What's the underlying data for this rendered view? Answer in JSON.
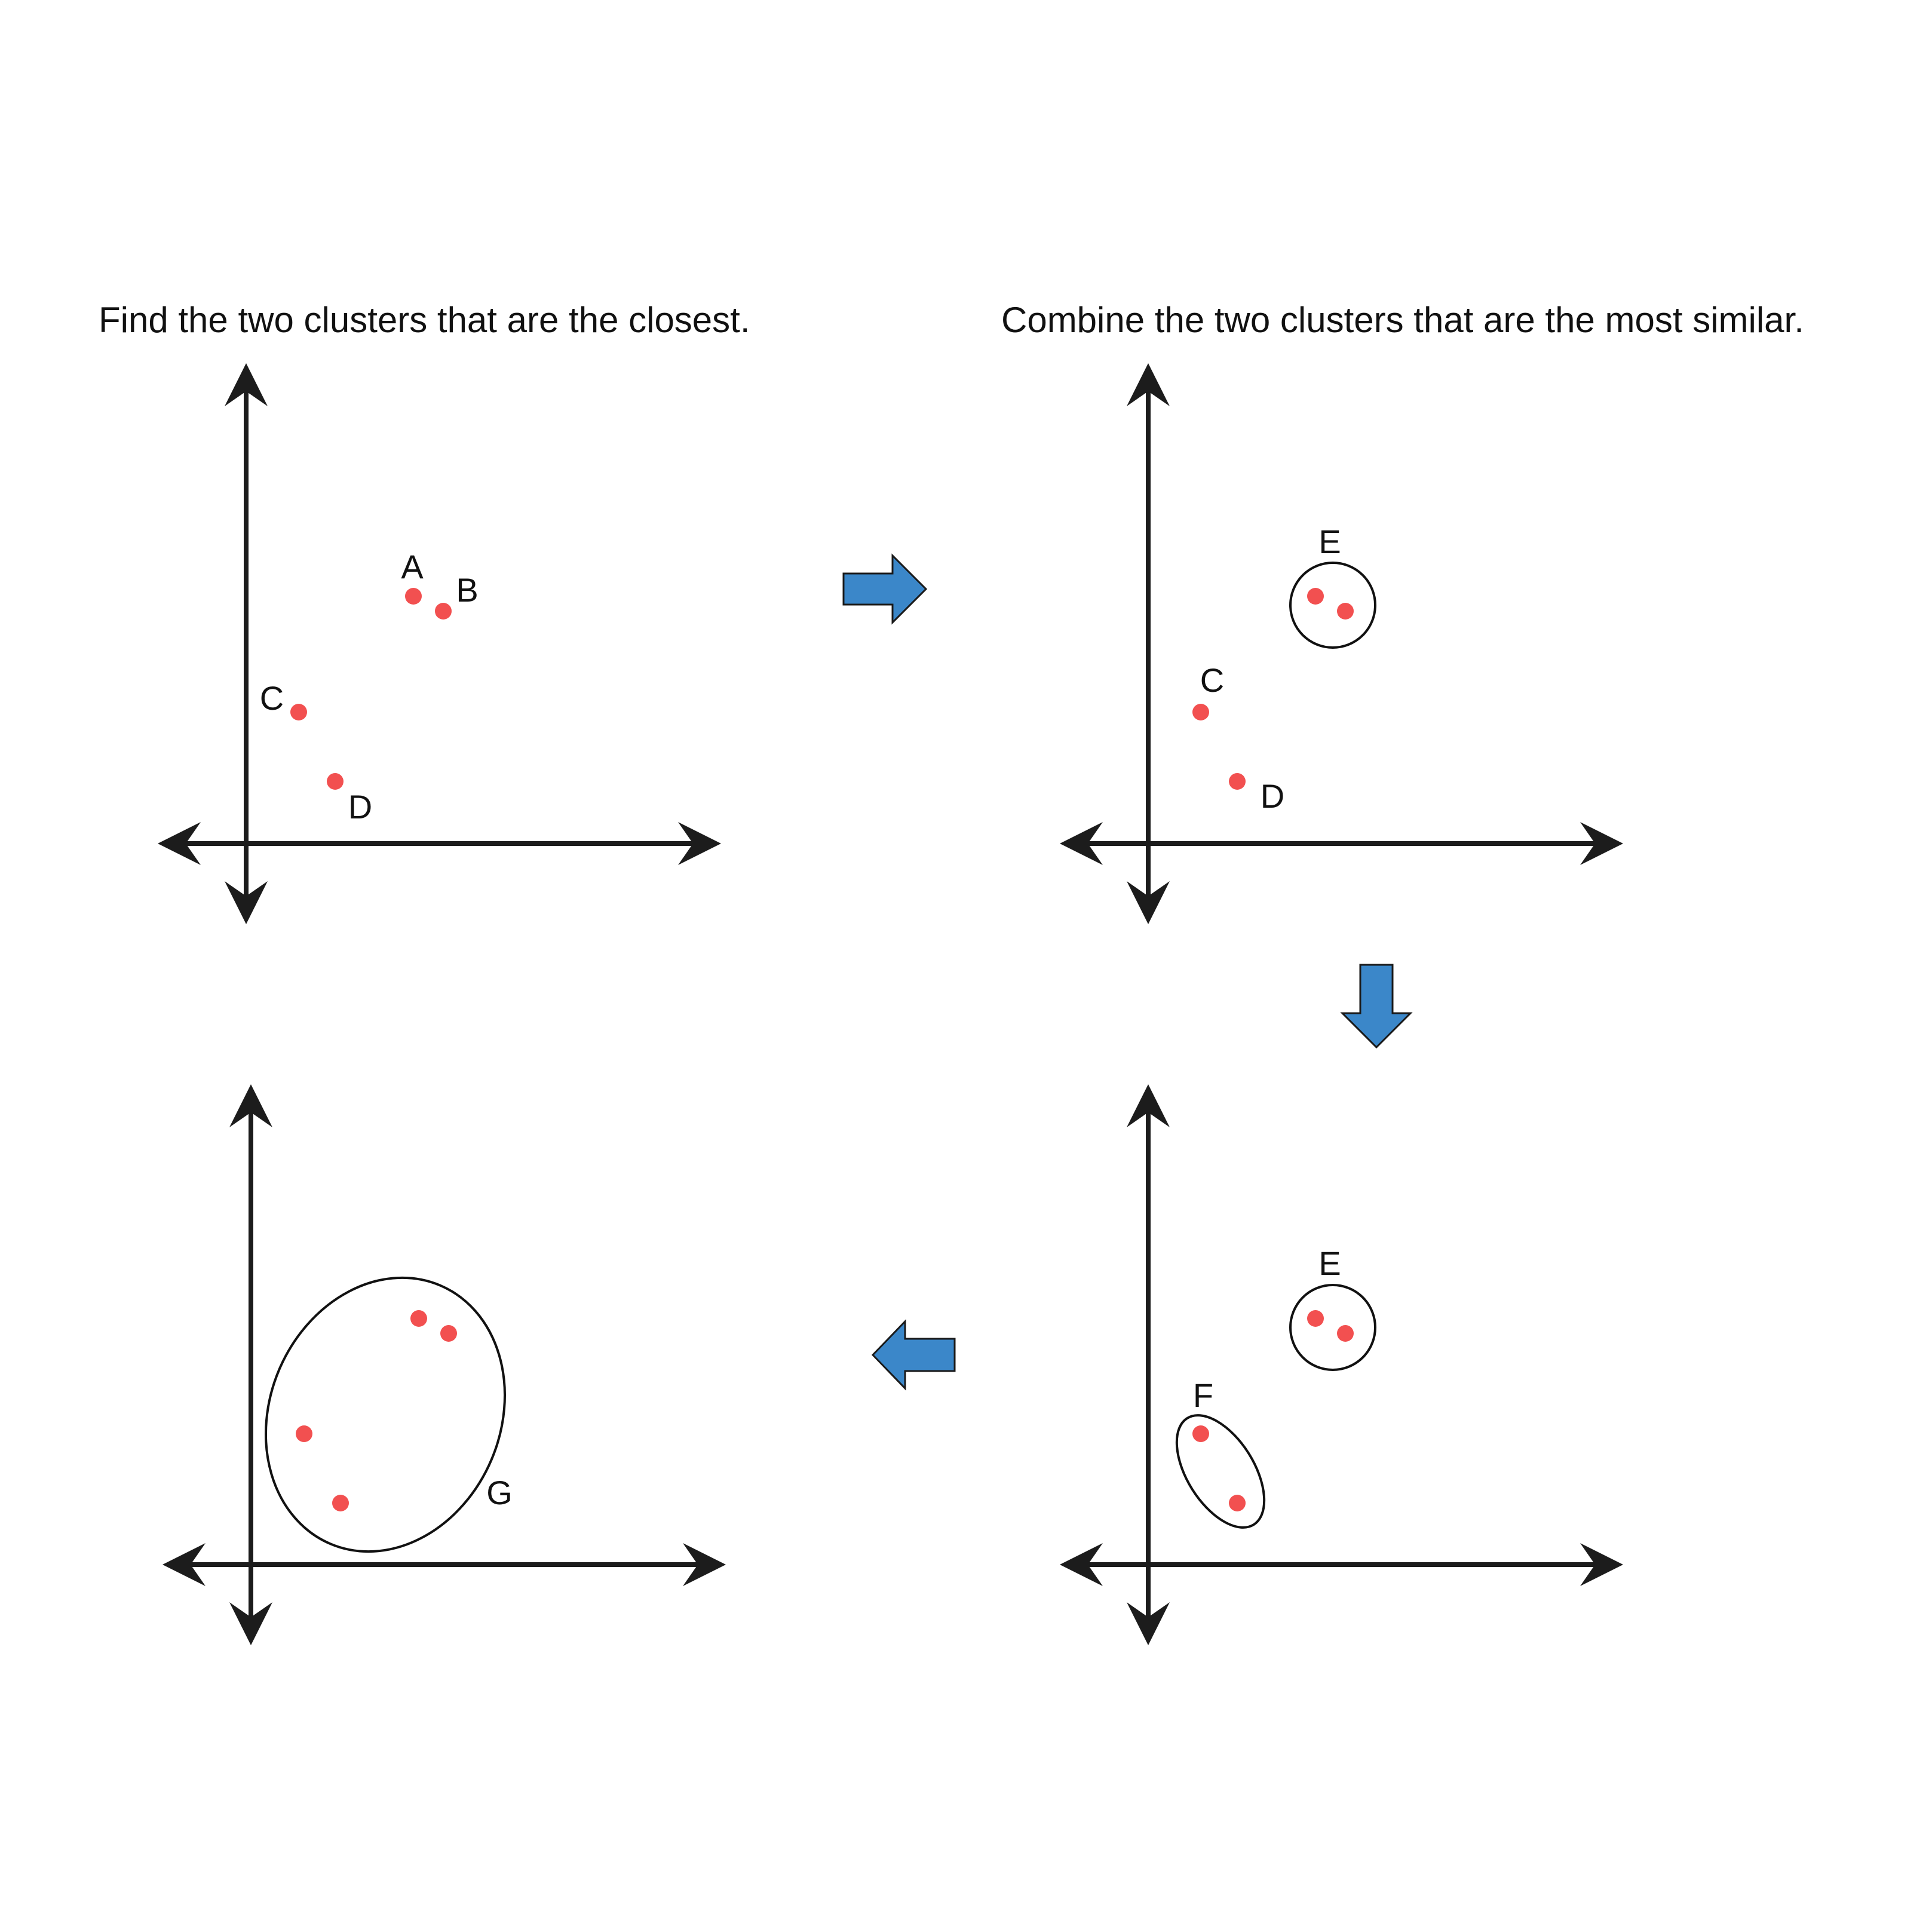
{
  "captions": {
    "step1": "Find the two clusters that are the closest.",
    "step2": "Combine the two clusters that are the most similar."
  },
  "labels": {
    "p1": {
      "a": "A",
      "b": "B",
      "c": "C",
      "d": "D"
    },
    "p2": {
      "c": "C",
      "d": "D",
      "e": "E"
    },
    "p3": {
      "e": "E",
      "f": "F"
    },
    "p4": {
      "g": "G"
    }
  },
  "colors": {
    "point": "#f25050",
    "flow_arrow": "#3b87c9",
    "axis": "#1c1c1c",
    "outline": "#111111"
  },
  "icons": {
    "flow_right": "right-arrow-icon",
    "flow_down": "down-arrow-icon",
    "flow_left": "left-arrow-icon"
  }
}
